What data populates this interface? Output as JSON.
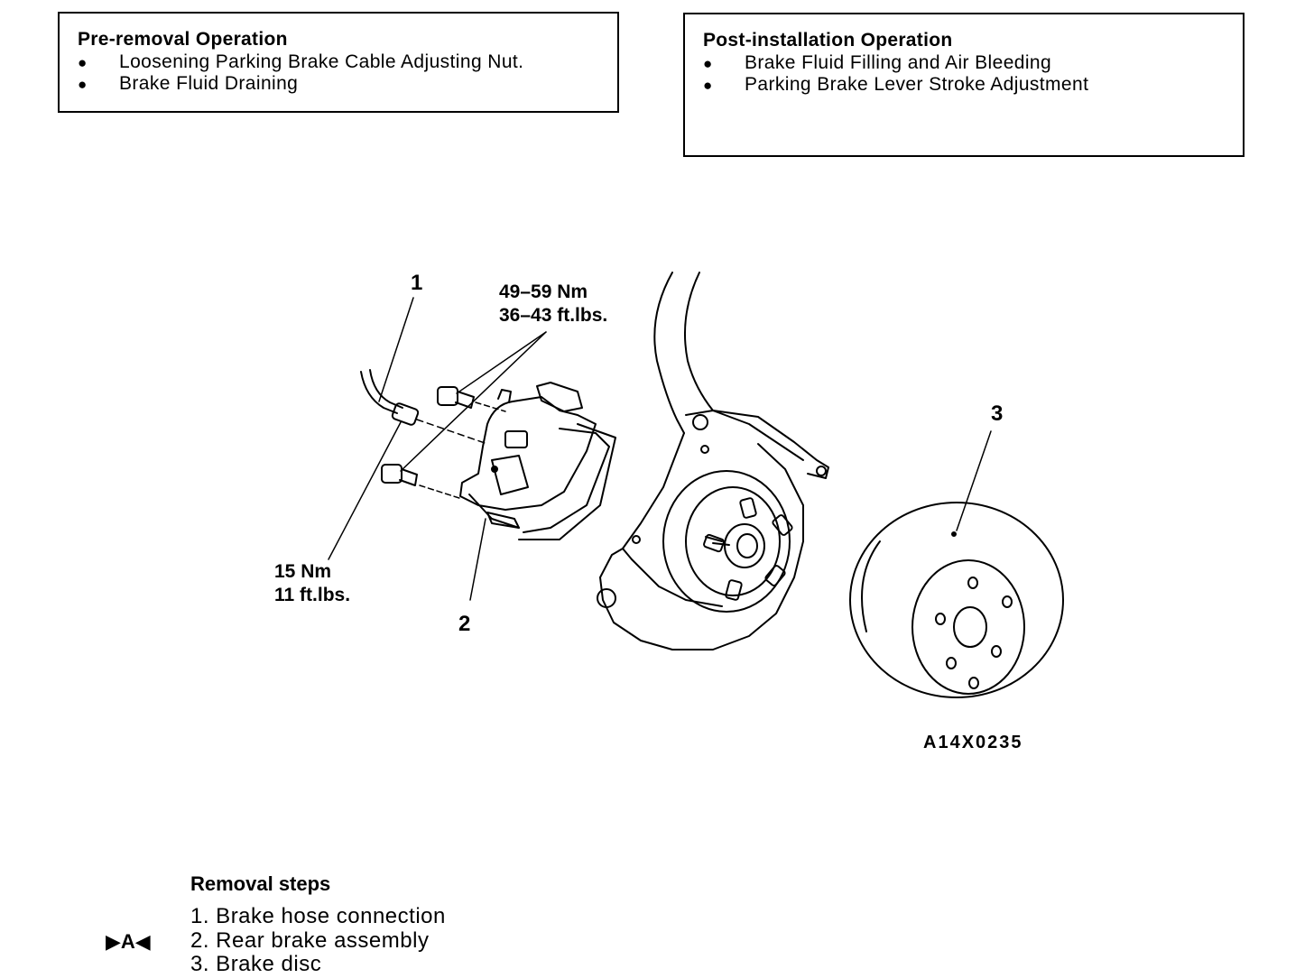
{
  "pre_removal": {
    "title": "Pre-removal Operation",
    "items": [
      "Loosening Parking Brake Cable Adjusting Nut.",
      "Brake Fluid Draining"
    ],
    "bullet": "●"
  },
  "post_installation": {
    "title": "Post-installation Operation",
    "items": [
      "Brake Fluid Filling and Air Bleeding",
      "Parking Brake Lever Stroke Adjustment"
    ],
    "bullet": "●"
  },
  "callouts": {
    "part1": "1",
    "part2": "2",
    "part3": "3",
    "torque_bracket_nm": "49–59 Nm",
    "torque_bracket_ftlbs": "36–43 ft.lbs.",
    "torque_hose_nm": "15 Nm",
    "torque_hose_ftlbs": "11 ft.lbs."
  },
  "figure_code": "A14X0235",
  "removal_steps": {
    "title": "Removal steps",
    "marker": "▶A◀",
    "steps": [
      "1. Brake hose connection",
      "2. Rear brake assembly",
      "3. Brake disc"
    ]
  }
}
